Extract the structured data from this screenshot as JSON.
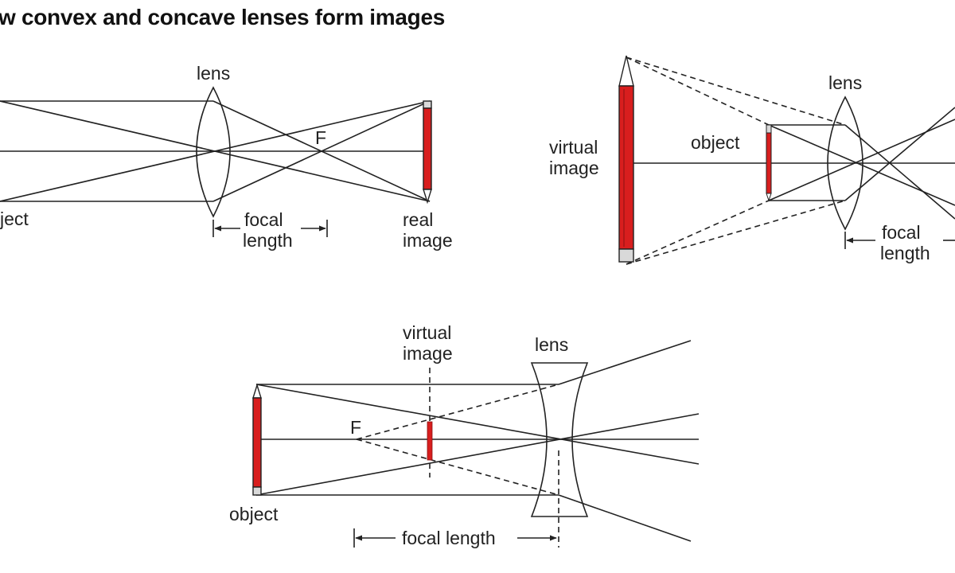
{
  "title": "w convex and concave lenses form images",
  "colors": {
    "pencil": "#d81e1e",
    "line": "#222222",
    "eraser": "#d9d9d9"
  },
  "diagram1": {
    "lens": "lens",
    "focus": "F",
    "focal_1": "focal",
    "focal_2": "length",
    "object": "ject",
    "image_1": "real",
    "image_2": "image"
  },
  "diagram2": {
    "lens": "lens",
    "object": "object",
    "virtual_1": "virtual",
    "virtual_2": "image",
    "focal_1": "focal",
    "focal_2": "length"
  },
  "diagram3": {
    "lens": "lens",
    "focus": "F",
    "virtual_1": "virtual",
    "virtual_2": "image",
    "object": "object",
    "focal": "focal length"
  }
}
